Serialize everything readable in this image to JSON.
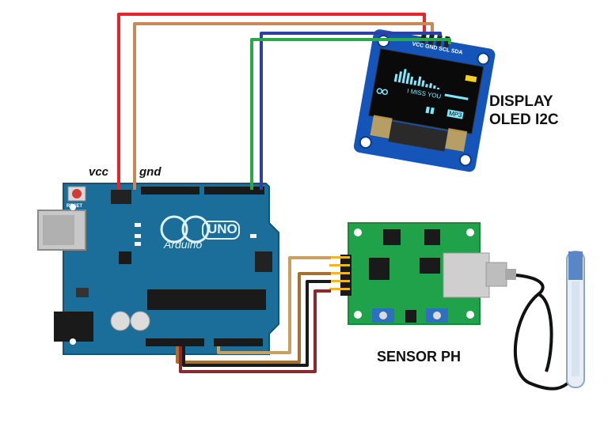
{
  "labels": {
    "display_line1": "DISPLAY",
    "display_line2": "OLED I2C",
    "vcc": "vcc",
    "gnd": "gnd",
    "sensor": "SENSOR PH"
  },
  "oled": {
    "pins": "VCC GND SCL SDA",
    "screen_text": "I MISS YOU",
    "screen_badge": "MP3"
  },
  "arduino": {
    "brand": "Arduino",
    "model": "UNO",
    "reset": "RESET"
  },
  "colors": {
    "wire_vcc": "#e8232b",
    "wire_gnd": "#c88858",
    "wire_scl": "#2f3fa8",
    "wire_sda": "#2aa84a",
    "board_blue": "#1c6e9a",
    "sensor_green": "#1fa24a",
    "oled_blue": "#1554b8"
  }
}
